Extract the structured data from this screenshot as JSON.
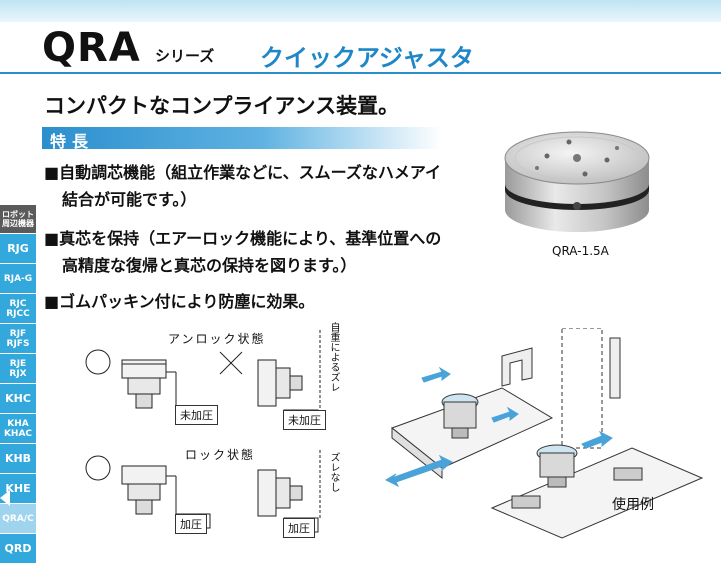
{
  "header": {
    "series_code": "QRA",
    "series_suffix": "シリーズ",
    "product_name": "クイックアジャスタ"
  },
  "headline": "コンパクトなコンプライアンス装置。",
  "features_heading": "特長",
  "features": [
    {
      "line1": "■自動調芯機能（組立作業などに、スムーズなハメアイ",
      "line2": "結合が可能です。）"
    },
    {
      "line1": "■真芯を保持（エアーロック機能により、基準位置への",
      "line2": "高精度な復帰と真芯の保持を図ります。）"
    },
    {
      "line1": "■ゴムパッキン付により防塵に効果。",
      "line2": ""
    }
  ],
  "product_caption": "QRA-1.5A",
  "diagram": {
    "unlock_state": "アンロック状態",
    "lock_state": "ロック状態",
    "not_pressurized": "未加圧",
    "pressurized": "加圧",
    "misalign_label": "自重によるズレ",
    "no_misalign_label": "ズレなし",
    "example_label": "使用例"
  },
  "sidebar": {
    "items": [
      {
        "label": "ロボット\n周辺機器"
      },
      {
        "label": "RJG"
      },
      {
        "label": "RJA-G"
      },
      {
        "label": "RJC\nRJCC"
      },
      {
        "label": "RJF\nRJFS"
      },
      {
        "label": "RJE\nRJX"
      },
      {
        "label": "KHC"
      },
      {
        "label": "KHA\nKHAC"
      },
      {
        "label": "KHB"
      },
      {
        "label": "KHE"
      },
      {
        "label": "QRA/C"
      },
      {
        "label": "QRD"
      }
    ]
  },
  "colors": {
    "accent": "#1f86c7",
    "sidebar": "#33a8dc",
    "sidebar_top": "#5a5a5a"
  }
}
